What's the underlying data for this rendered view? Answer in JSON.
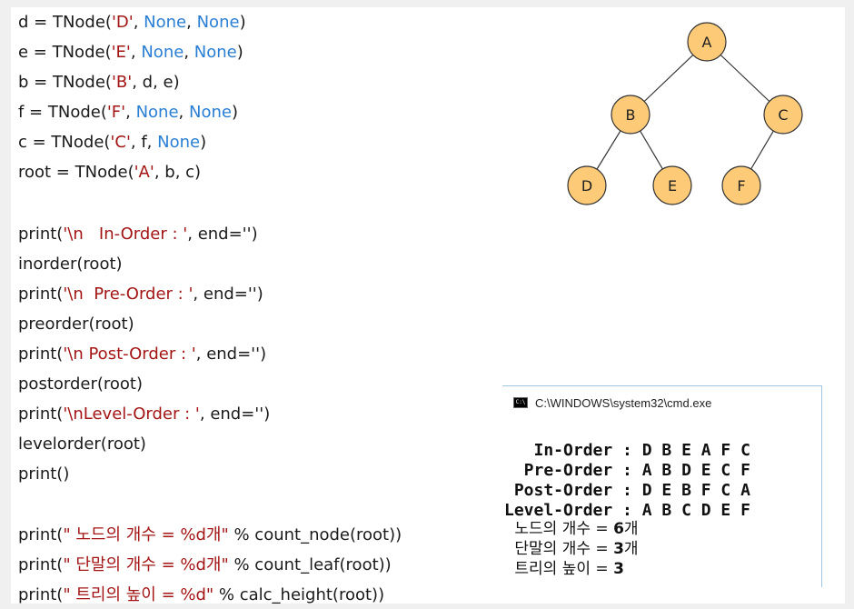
{
  "code": {
    "lines": [
      {
        "t": [
          {
            "s": "d = TNode("
          },
          {
            "s": "'D'",
            "c": "str"
          },
          {
            "s": ", "
          },
          {
            "s": "None",
            "c": "kw"
          },
          {
            "s": ", "
          },
          {
            "s": "None",
            "c": "kw"
          },
          {
            "s": ")"
          }
        ]
      },
      {
        "t": [
          {
            "s": "e = TNode("
          },
          {
            "s": "'E'",
            "c": "str"
          },
          {
            "s": ", "
          },
          {
            "s": "None",
            "c": "kw"
          },
          {
            "s": ", "
          },
          {
            "s": "None",
            "c": "kw"
          },
          {
            "s": ")"
          }
        ]
      },
      {
        "t": [
          {
            "s": "b = TNode("
          },
          {
            "s": "'B'",
            "c": "str"
          },
          {
            "s": ", d, e)"
          }
        ]
      },
      {
        "t": [
          {
            "s": "f = TNode("
          },
          {
            "s": "'F'",
            "c": "str"
          },
          {
            "s": ", "
          },
          {
            "s": "None",
            "c": "kw"
          },
          {
            "s": ", "
          },
          {
            "s": "None",
            "c": "kw"
          },
          {
            "s": ")"
          }
        ]
      },
      {
        "t": [
          {
            "s": "c = TNode("
          },
          {
            "s": "'C'",
            "c": "str"
          },
          {
            "s": ", f, "
          },
          {
            "s": "None",
            "c": "kw"
          },
          {
            "s": ")"
          }
        ]
      },
      {
        "t": [
          {
            "s": "root = TNode("
          },
          {
            "s": "'A'",
            "c": "str"
          },
          {
            "s": ", b, c)"
          }
        ]
      },
      {
        "t": []
      },
      {
        "t": [
          {
            "s": "print("
          },
          {
            "s": "'\\n   In-Order : '",
            "c": "str"
          },
          {
            "s": ", end='')"
          }
        ]
      },
      {
        "t": [
          {
            "s": "inorder(root)"
          }
        ]
      },
      {
        "t": [
          {
            "s": "print("
          },
          {
            "s": "'\\n  Pre-Order : '",
            "c": "str"
          },
          {
            "s": ", end='')"
          }
        ]
      },
      {
        "t": [
          {
            "s": "preorder(root)"
          }
        ]
      },
      {
        "t": [
          {
            "s": "print("
          },
          {
            "s": "'\\n Post-Order : '",
            "c": "str"
          },
          {
            "s": ", end='')"
          }
        ]
      },
      {
        "t": [
          {
            "s": "postorder(root)"
          }
        ]
      },
      {
        "t": [
          {
            "s": "print("
          },
          {
            "s": "'\\nLevel-Order : '",
            "c": "str"
          },
          {
            "s": ", end='')"
          }
        ]
      },
      {
        "t": [
          {
            "s": "levelorder(root)"
          }
        ]
      },
      {
        "t": [
          {
            "s": "print()"
          }
        ]
      },
      {
        "t": []
      },
      {
        "t": [
          {
            "s": "print("
          },
          {
            "s": "\" 노드의 개수 = %d개\"",
            "c": "str"
          },
          {
            "s": " % count_node(root))"
          }
        ]
      },
      {
        "t": [
          {
            "s": "print("
          },
          {
            "s": "\" 단말의 개수 = %d개\"",
            "c": "str"
          },
          {
            "s": " % count_leaf(root))"
          }
        ]
      },
      {
        "t": [
          {
            "s": "print("
          },
          {
            "s": "\" 트리의 높이 = %d\"",
            "c": "str"
          },
          {
            "s": " % calc_height(root))"
          }
        ]
      }
    ]
  },
  "tree": {
    "nodes": [
      {
        "id": "A",
        "label": "A"
      },
      {
        "id": "B",
        "label": "B"
      },
      {
        "id": "C",
        "label": "C"
      },
      {
        "id": "D",
        "label": "D"
      },
      {
        "id": "E",
        "label": "E"
      },
      {
        "id": "F",
        "label": "F"
      }
    ],
    "edges": [
      [
        "A",
        "B"
      ],
      [
        "A",
        "C"
      ],
      [
        "B",
        "D"
      ],
      [
        "B",
        "E"
      ],
      [
        "C",
        "F"
      ]
    ],
    "node_fill": "#fdca78",
    "node_stroke": "#333333"
  },
  "console": {
    "title": "C:\\WINDOWS\\system32\\cmd.exe",
    "icon": "cmd-icon",
    "icon_text": "C:\\",
    "output": [
      "   In-Order : D B E A F C",
      "  Pre-Order : A B D E C F",
      " Post-Order : D E B F C A",
      "Level-Order : A B C D E F"
    ],
    "summary": [
      {
        "label": " 노드의 개수 = ",
        "value": "6",
        "suffix": "개"
      },
      {
        "label": " 단말의 개수 = ",
        "value": "3",
        "suffix": "개"
      },
      {
        "label": " 트리의 높이 = ",
        "value": "3",
        "suffix": ""
      }
    ]
  }
}
